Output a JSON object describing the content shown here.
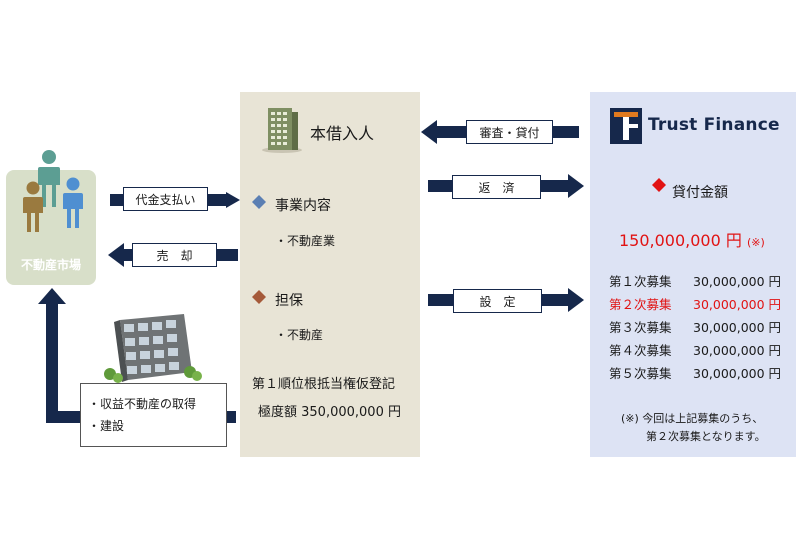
{
  "market": {
    "label": "不動産市場"
  },
  "borrower": {
    "title": "本借入人",
    "business_heading": "事業内容",
    "business_item": "・不動産業",
    "collateral_heading": "担保",
    "collateral_item": "・不動産",
    "registration_line1": "第１順位根抵当権仮登記",
    "registration_line2": "極度額 350,000,000 円"
  },
  "lender": {
    "name": "Trust Finance",
    "loan_heading": "貸付金額",
    "loan_total": "150,000,000 円",
    "loan_total_note": "(※)",
    "rounds": [
      {
        "label": "第１次募集",
        "amount": "30,000,000 円"
      },
      {
        "label": "第２次募集",
        "amount": "30,000,000 円"
      },
      {
        "label": "第３次募集",
        "amount": "30,000,000 円"
      },
      {
        "label": "第４次募集",
        "amount": "30,000,000 円"
      },
      {
        "label": "第５次募集",
        "amount": "30,000,000 円"
      }
    ],
    "footnote_line1": "(※) 今回は上記募集のうち、",
    "footnote_line2": "第２次募集となります。"
  },
  "arrows": {
    "payment": "代金支払い",
    "sale": "売却",
    "screening_loan": "審査・貸付",
    "repayment": "返済",
    "setting": "設定"
  },
  "activities": {
    "item1": "・収益不動産の取得",
    "item2": "・建設"
  },
  "colors": {
    "arrow": "#16284b",
    "borrower_bg": "#e8e4d6",
    "lender_bg": "#dde3f4",
    "market_bg": "#d8dfc9",
    "highlight_red": "#e11313",
    "bullet_blue": "#5b7fb3",
    "bullet_brown": "#a55a3a"
  },
  "icons": [
    "people-icon",
    "office-building-icon",
    "apartment-building-icon",
    "trust-finance-logo"
  ]
}
